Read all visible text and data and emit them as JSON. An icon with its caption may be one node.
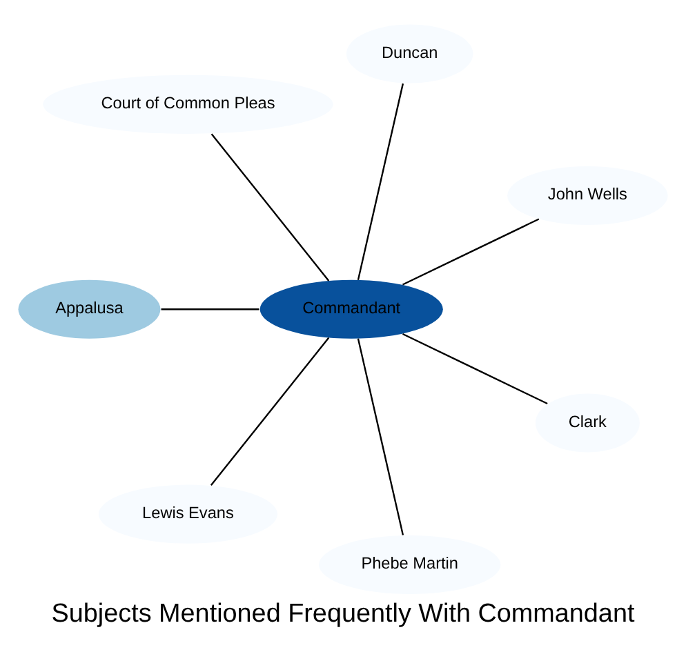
{
  "diagram": {
    "title": "Subjects Mentioned Frequently With Commandant",
    "nodes": [
      {
        "text": [
          "John Wells"
        ]
      },
      {
        "text": [
          "Duncan"
        ]
      },
      {
        "text": [
          "Court of Common Pleas"
        ]
      },
      {
        "text": [
          "Commandant"
        ]
      },
      {
        "text": [
          "Appalusa"
        ]
      },
      {
        "text": [
          "Lewis Evans"
        ]
      },
      {
        "text": [
          "Phebe Martin"
        ]
      },
      {
        "text": [
          "Clark"
        ]
      }
    ],
    "edges": [
      {
        "from": 3,
        "to": 0,
        "arrow": "none"
      },
      {
        "from": 3,
        "to": 1,
        "arrow": "none"
      },
      {
        "from": 3,
        "to": 2,
        "arrow": "none"
      },
      {
        "from": 3,
        "to": 4,
        "arrow": "none"
      },
      {
        "from": 3,
        "to": 5,
        "arrow": "none"
      },
      {
        "from": 3,
        "to": 6,
        "arrow": "none"
      },
      {
        "from": 3,
        "to": 7,
        "arrow": "none"
      }
    ]
  }
}
